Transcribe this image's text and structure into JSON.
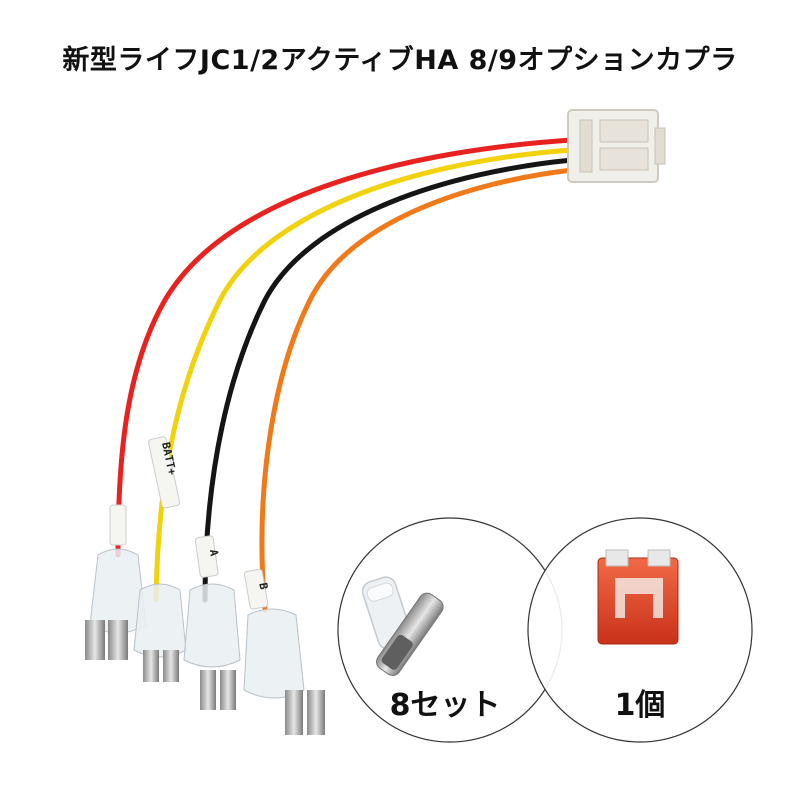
{
  "title": "新型ライフJC1/2アクティブHA 8/9オプションカプラ",
  "labels": {
    "yellow_tube": "BATT+",
    "black_tube": "A",
    "orange_tube": "B"
  },
  "captions": {
    "terminal_set": "8セット",
    "fuse_count": "1個"
  },
  "colors": {
    "red_wire": "#e8231f",
    "yellow_wire": "#f2d20c",
    "black_wire": "#151515",
    "orange_wire": "#f07a1a",
    "fuse": "#e2431e"
  }
}
